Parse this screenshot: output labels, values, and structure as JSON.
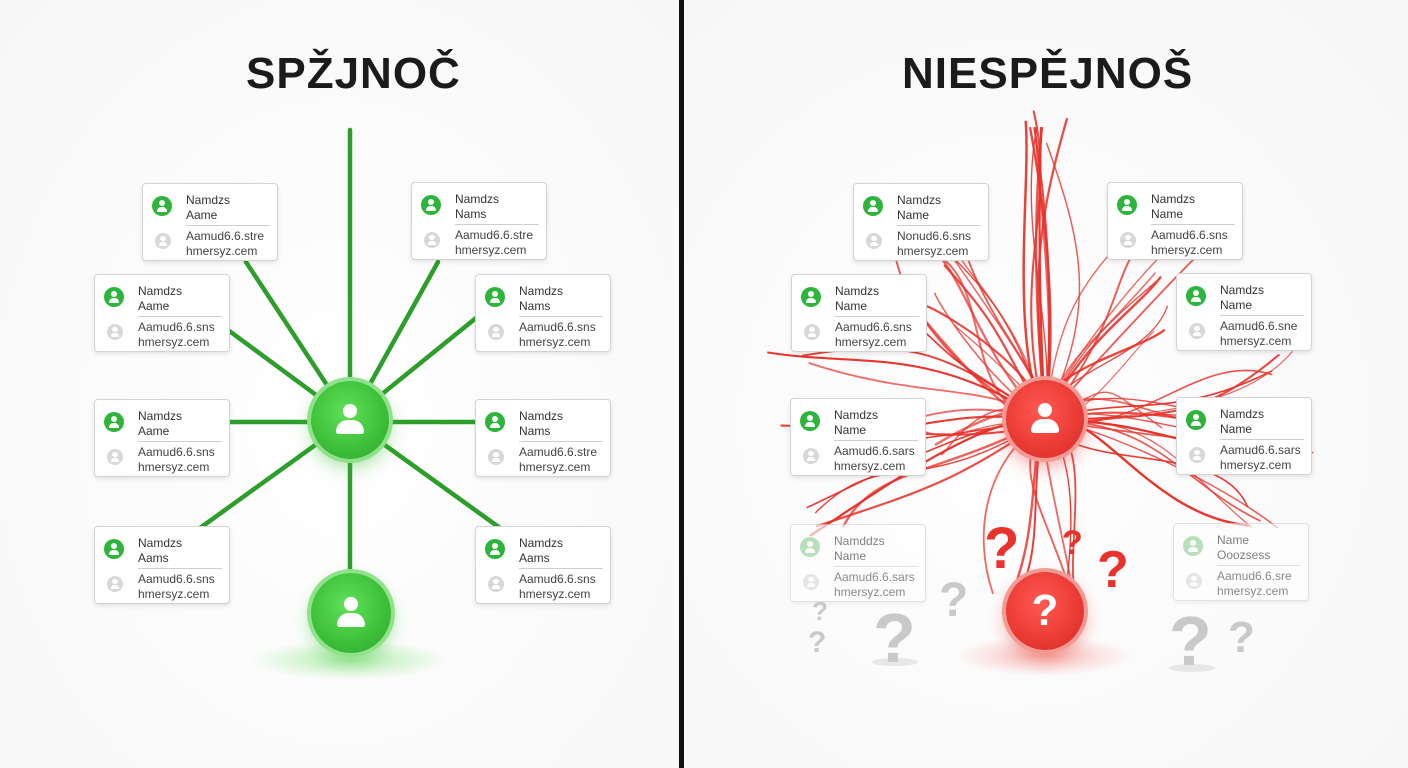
{
  "left": {
    "title": "SPŽJNOČ",
    "accent_color": "#2db43a",
    "cards": [
      {
        "name": "Namdzs\nAame",
        "meta": "Aamud6.6.stre\nhmersyz.cem"
      },
      {
        "name": "Namdzs\nNams",
        "meta": "Aamud6.6.stre\nhmersyz.cem"
      },
      {
        "name": "Namdzs\nAame",
        "meta": "Aamud6.6.sns\nhmersyz.cem"
      },
      {
        "name": "Namdzs\nNams",
        "meta": "Aamud6.6.sns\nhmersyz.cem"
      },
      {
        "name": "Namdzs\nAame",
        "meta": "Aamud6.6.sns\nhmersyz.cem"
      },
      {
        "name": "Namdzs\nNams",
        "meta": "Aamud6.6.stre\nhmersyz.cem"
      },
      {
        "name": "Namdzs\nAams",
        "meta": "Aamud6.6.sns\nhmersyz.cem"
      },
      {
        "name": "Namdzs\nAams",
        "meta": "Aamud6.6.sns\nhmersyz.cem"
      }
    ],
    "hub_icon": "person-icon",
    "target_icon": "person-icon"
  },
  "right": {
    "title": "NIESPĚJNOŠ",
    "accent_color": "#e8322b",
    "cards": [
      {
        "name": "Namdzs\nName",
        "meta": "Nonud6.6.sns\nhmersyz.cem"
      },
      {
        "name": "Namdzs\nName",
        "meta": "Aamud6.6.sns\nhmersyz.cem"
      },
      {
        "name": "Namdzs\nName",
        "meta": "Aamud6.6.sns\nhmersyz.cem"
      },
      {
        "name": "Namdzs\nName",
        "meta": "Aamud6.6.sne\nhmersyz.cem"
      },
      {
        "name": "Namdzs\nName",
        "meta": "Aamud6.6.sars\nhmersyz.cem"
      },
      {
        "name": "Namdzs\nName",
        "meta": "Aamud6.6.sars\nhmersyz.cem"
      },
      {
        "name": "Namddzs\nName",
        "meta": "Aamud6.6.sars\nhmersyz.cem"
      },
      {
        "name": "Name\nOoozsess",
        "meta": "Aamud6.6.sre\nhmersyz.cem"
      }
    ],
    "hub_icon": "person-icon",
    "target_glyph": "?",
    "question_glyph": "?"
  },
  "divider_color": "#111111"
}
